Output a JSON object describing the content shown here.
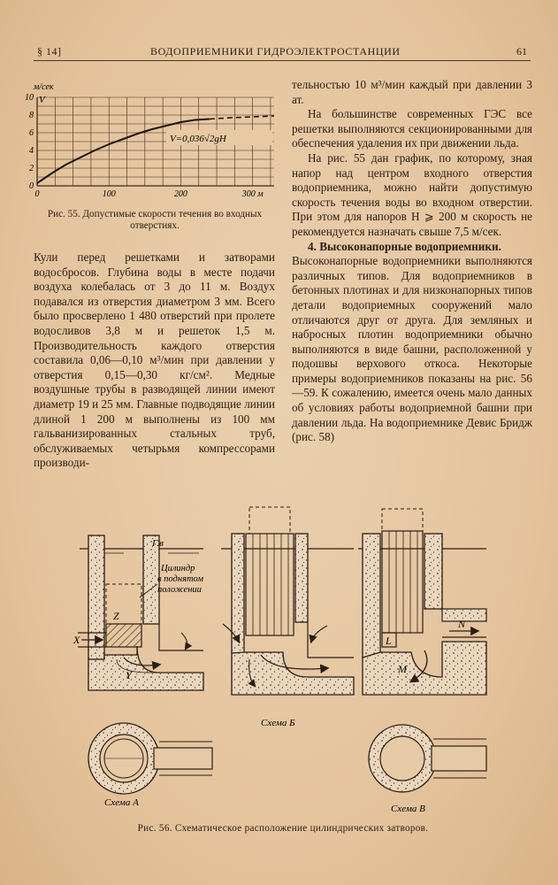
{
  "header": {
    "section": "§ 14]",
    "title": "ВОДОПРИЕМНИКИ ГИДРОЭЛЕКТРОСТАНЦИИ",
    "page_number": "61"
  },
  "figure55": {
    "caption": "Рис. 55. Допустимые скорости течения во входных отверстиях.",
    "unit_label": "м/сек",
    "y_axis_letter": "V",
    "formula": "V=0,036√2gH",
    "x_unit": "м"
  },
  "chart_data": {
    "type": "line",
    "ylabel": "м/сек",
    "y_symbol": "V",
    "xlabel_unit": "м",
    "x_ticks": [
      0,
      100,
      200,
      300
    ],
    "y_ticks": [
      0,
      2,
      4,
      6,
      8,
      10
    ],
    "xlim": [
      0,
      330
    ],
    "ylim": [
      0,
      10
    ],
    "grid": true,
    "annotation": "V=0,036√2gH",
    "series": [
      {
        "style": "solid",
        "points": [
          [
            0,
            0.3
          ],
          [
            20,
            1.4
          ],
          [
            40,
            2.4
          ],
          [
            60,
            3.2
          ],
          [
            80,
            4.0
          ],
          [
            100,
            4.7
          ],
          [
            120,
            5.3
          ],
          [
            140,
            5.9
          ],
          [
            160,
            6.4
          ],
          [
            180,
            6.8
          ],
          [
            200,
            7.2
          ],
          [
            220,
            7.45
          ],
          [
            240,
            7.55
          ]
        ]
      },
      {
        "style": "dashed",
        "points": [
          [
            240,
            7.55
          ],
          [
            270,
            7.7
          ],
          [
            300,
            7.8
          ],
          [
            330,
            7.9
          ]
        ]
      }
    ]
  },
  "left_column": [
    "Кули перед решетками и затворами водосбросов. Глубина воды в месте подачи воздуха колебалась от 3 до 11 м. Воздух подавался из отверстия диаметром 3 мм. Всего было просверлено 1 480 отверстий при пролете водосливов 3,8 м и решеток 1,5 м. Производительность каждого отверстия составила 0,06—0,10 м³/мин при давлении у отверстия 0,15—0,30 кг/см². Медные воздушные трубы в разводящей линии имеют диаметр 19 и 25 мм. Главные подводящие линии длиной 1 200 м выполнены из 100 мм гальванизированных стальных труб, обслуживаемых четырьмя компрессорами производи-"
  ],
  "right_column": {
    "p1": "тельностью 10 м³/мин каждый при давлении 3 ат.",
    "p2": "На большинстве современных ГЭС все решетки выполняются секционированными для обеспечения удаления их при движении льда.",
    "p3": "На рис. 55 дан график, по которому, зная напор над центром входного отверстия водоприемника, можно найти допустимую скорость течения воды во входном отверстии. При этом для напоров H ⩾ 200 м скорость не рекомендуется назначать свыше 7,5 м/сек.",
    "heading": "4. Высоконапорные водоприемники.",
    "p4": "Высоконапорные водоприемники выполняются различных типов. Для водоприемников в бетонных плотинах и для низконапорных типов детали водоприемных сооружений мало отличаются друг от друга. Для земляных и набросных плотин водоприемники обычно выполняются в виде башни, расположенной у подошвы верхового откоса. Некоторые примеры водоприемников показаны на рис. 56—59. К сожалению, имеется очень мало данных об условиях работы водоприемной башни при давлении льда. На водоприемнике Девис Бридж (рис. 58)"
  },
  "figure56": {
    "caption": "Рис. 56. Схематическое расположение цилиндрических затворов.",
    "label_gv": "Г.в",
    "annotation": "Цилиндр в поднятом положении",
    "letters": {
      "x": "X",
      "y": "Y",
      "z": "Z",
      "l": "L",
      "n": "N",
      "m": "M"
    },
    "scheme_b": "Схема Б",
    "scheme_a": "Схема А",
    "scheme_v": "Схема В"
  }
}
